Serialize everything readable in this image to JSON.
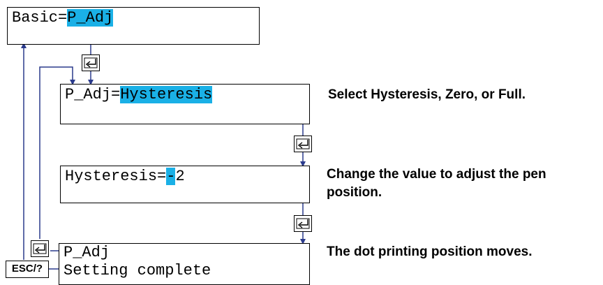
{
  "colors": {
    "highlight": "#1ab0e6",
    "arrow": "#2a3a8c"
  },
  "screens": {
    "basic": {
      "prefix": "Basic=",
      "value": "P_Adj"
    },
    "padj": {
      "prefix": "P_Adj=",
      "value": "Hysteresis"
    },
    "hysteresis": {
      "prefix": "Hysteresis=",
      "cursor": "-",
      "rest": "2"
    },
    "complete": {
      "line1": "P_Adj",
      "line2": "Setting complete"
    }
  },
  "captions": {
    "select": "Select Hysteresis, Zero, or Full.",
    "change_line1": "Change the value to adjust the pen",
    "change_line2": "position.",
    "dot": "The dot printing position moves."
  },
  "keys": {
    "enter_icon": "enter-key-icon",
    "esc_label": "ESC/?"
  }
}
